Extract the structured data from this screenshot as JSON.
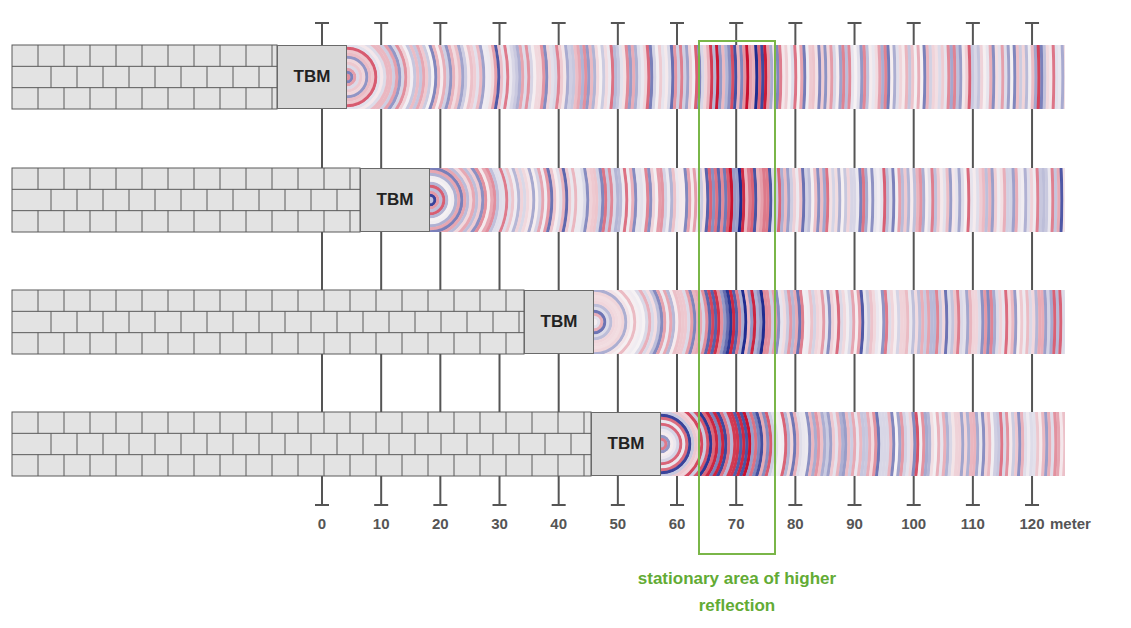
{
  "diagram": {
    "nodes": [
      {
        "text": [
          "TBM"
        ]
      },
      {
        "text": [
          "TBM"
        ]
      },
      {
        "text": [
          "TBM"
        ]
      },
      {
        "text": [
          "TBM"
        ]
      },
      {
        "text": [
          "stationary area of higher reflection"
        ]
      }
    ],
    "labels": [
      "0",
      "10",
      "20",
      "30",
      "40",
      "50",
      "60",
      "70",
      "80",
      "90",
      "100",
      "110",
      "120",
      "meter"
    ]
  }
}
